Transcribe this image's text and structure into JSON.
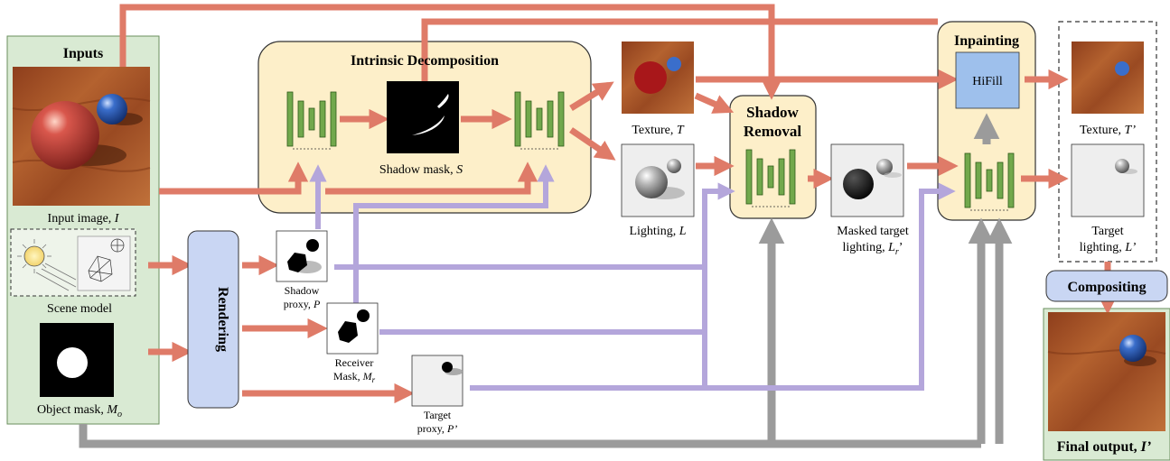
{
  "inputs": {
    "title": "Inputs",
    "input_image_label": "Input image, ",
    "input_image_symbol": "I",
    "scene_model_label": "Scene model",
    "object_mask_label": "Object mask, ",
    "object_mask_symbol": "M",
    "object_mask_sub": "o"
  },
  "rendering": {
    "label": "Rendering"
  },
  "intrinsic": {
    "title": "Intrinsic Decomposition",
    "shadow_mask_label": "Shadow mask, ",
    "shadow_mask_symbol": "S"
  },
  "proxies": {
    "shadow_line1": "Shadow",
    "shadow_line2": "proxy, ",
    "shadow_symbol": "P",
    "receiver_line1": "Receiver",
    "receiver_line2": "Mask, ",
    "receiver_symbol": "M",
    "receiver_sub": "r",
    "target_line1": "Target",
    "target_line2": "proxy, ",
    "target_symbol": "P’"
  },
  "decomp_outputs": {
    "texture_label": "Texture, ",
    "texture_symbol": "T",
    "lighting_label": "Lighting, ",
    "lighting_symbol": "L"
  },
  "shadow_removal": {
    "title_line1": "Shadow",
    "title_line2": "Removal",
    "masked_line1": "Masked target",
    "masked_line2": "lighting, ",
    "masked_symbol": "L",
    "masked_sub": "r",
    "masked_prime": "’"
  },
  "inpainting": {
    "title": "Inpainting",
    "hifill_label": "HiFill"
  },
  "targets": {
    "texture_label": "Texture, ",
    "texture_symbol": "T’",
    "lighting_line1": "Target",
    "lighting_line2": "lighting, ",
    "lighting_symbol": "L’"
  },
  "compositing": {
    "label": "Compositing"
  },
  "final": {
    "label": "Final output, ",
    "symbol": "I’"
  },
  "colors": {
    "inputs_bg": "#d9ead3",
    "inputs_border": "#6a8f5e",
    "module_bg": "#fdefc9",
    "module_border": "#333333",
    "blue_box": "#c9d6f3",
    "hifill_box": "#9ec0ec",
    "arrow_red": "#df7b68",
    "arrow_purple": "#b4a6db",
    "arrow_gray": "#9b9b9b",
    "unet_green": "#71a84c",
    "wood": "#a6522a",
    "red_sphere": "#c9403b",
    "blue_sphere": "#3a6ecb"
  }
}
